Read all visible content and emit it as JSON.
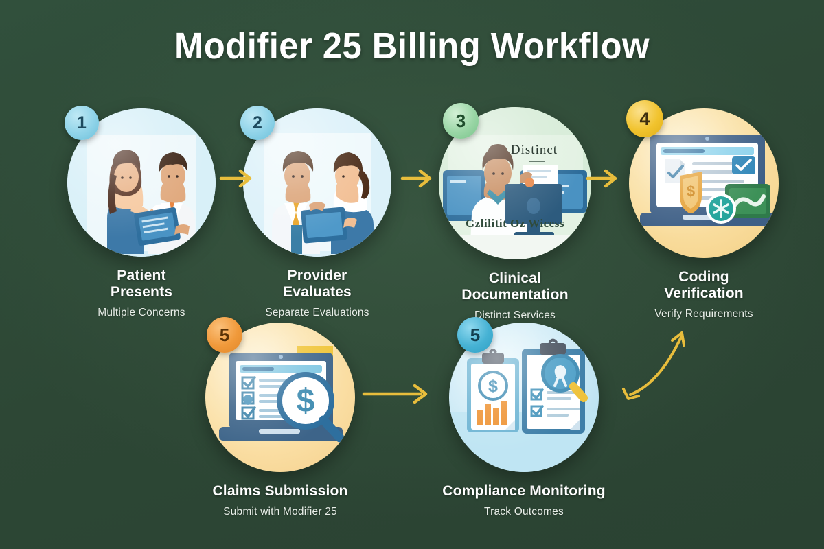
{
  "title": "Modifier 25 Billing Workflow",
  "background_color": "#2e4a38",
  "accent_arrow_color": "#e8bd3c",
  "steps": [
    {
      "number": "1",
      "title_line1": "Patient",
      "title_line2": "Presents",
      "subtitle": "Multiple Concerns",
      "circle_color": "#bfe6f2",
      "badge_color": "#87cfe3",
      "badge_text_color": "#1d4a5e",
      "scene": "patient-and-provider-consult"
    },
    {
      "number": "2",
      "title_line1": "Provider",
      "title_line2": "Evaluates",
      "subtitle": "Separate Evaluations",
      "circle_color": "#bfe6f2",
      "badge_color": "#87cfe3",
      "badge_text_color": "#1d4a5e",
      "scene": "provider-with-clipboard"
    },
    {
      "number": "3",
      "title_line1": "Clinical",
      "title_line2": "Documentation",
      "subtitle": "Distinct Services",
      "circle_color": "#c9e8c9",
      "badge_color": "#93d3a2",
      "badge_text_color": "#1f4d2c",
      "scene": "clinician-at-computer",
      "overlay_text_top": "Distinct",
      "overlay_text_bottom": "Gzlilitit Oz Wicess"
    },
    {
      "number": "4",
      "title_line1": "Coding",
      "title_line2": "Verification",
      "subtitle": "Verify Requirements",
      "circle_color": "#fadfa2",
      "badge_color": "#f0c028",
      "badge_text_color": "#3f3010",
      "scene": "laptop-with-shield-and-check"
    },
    {
      "number": "5",
      "title_line1": "Claims Submission",
      "title_line2": "",
      "subtitle": "Submit with Modifier 25",
      "circle_color": "#fbe1a8",
      "badge_color": "#ef9f43",
      "badge_text_color": "#5a3206",
      "scene": "laptop-checklist-with-dollar-magnifier"
    },
    {
      "number": "5",
      "title_line1": "Compliance Monitoring",
      "title_line2": "",
      "subtitle": "Track Outcomes",
      "circle_color": "#bfe6f2",
      "badge_color": "#49b4d4",
      "badge_text_color": "#123e50",
      "scene": "two-clipboards-chart-and-magnifier"
    }
  ],
  "arrows": [
    {
      "name": "arrow-step1-to-step2",
      "kind": "straight-right"
    },
    {
      "name": "arrow-step2-to-step3",
      "kind": "straight-right"
    },
    {
      "name": "arrow-step3-to-step4",
      "kind": "straight-right"
    },
    {
      "name": "arrow-step5-to-step6",
      "kind": "straight-right-long"
    },
    {
      "name": "arrow-step4-to-step6",
      "kind": "curved-double-headed"
    }
  ]
}
